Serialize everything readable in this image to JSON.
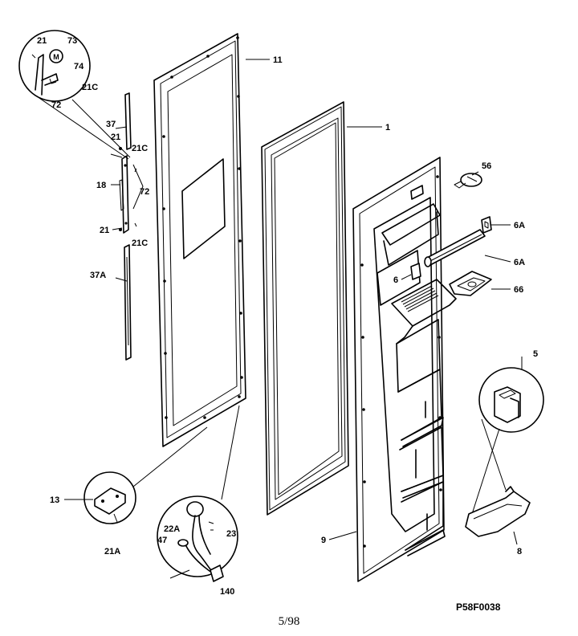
{
  "diagram": {
    "drawing_code": "P58F0038",
    "page_number": "5/98",
    "callouts": {
      "c21_top": "21",
      "c73": "73",
      "c74": "74",
      "c21c_top": "21C",
      "c72_top": "72",
      "c37": "37",
      "c21_mid": "21",
      "c21c_mid": "21C",
      "c18": "18",
      "c72_mid": "72",
      "c21_low": "21",
      "c21c_low": "21C",
      "c37a": "37A",
      "c11": "11",
      "c1": "1",
      "c56": "56",
      "c6a_top": "6A",
      "c6a_mid": "6A",
      "c6": "6",
      "c66": "66",
      "c5": "5",
      "c8": "8",
      "c9": "9",
      "c13": "13",
      "c21a": "21A",
      "c22a": "22A",
      "c23": "23",
      "c47": "47",
      "c140": "140"
    }
  }
}
